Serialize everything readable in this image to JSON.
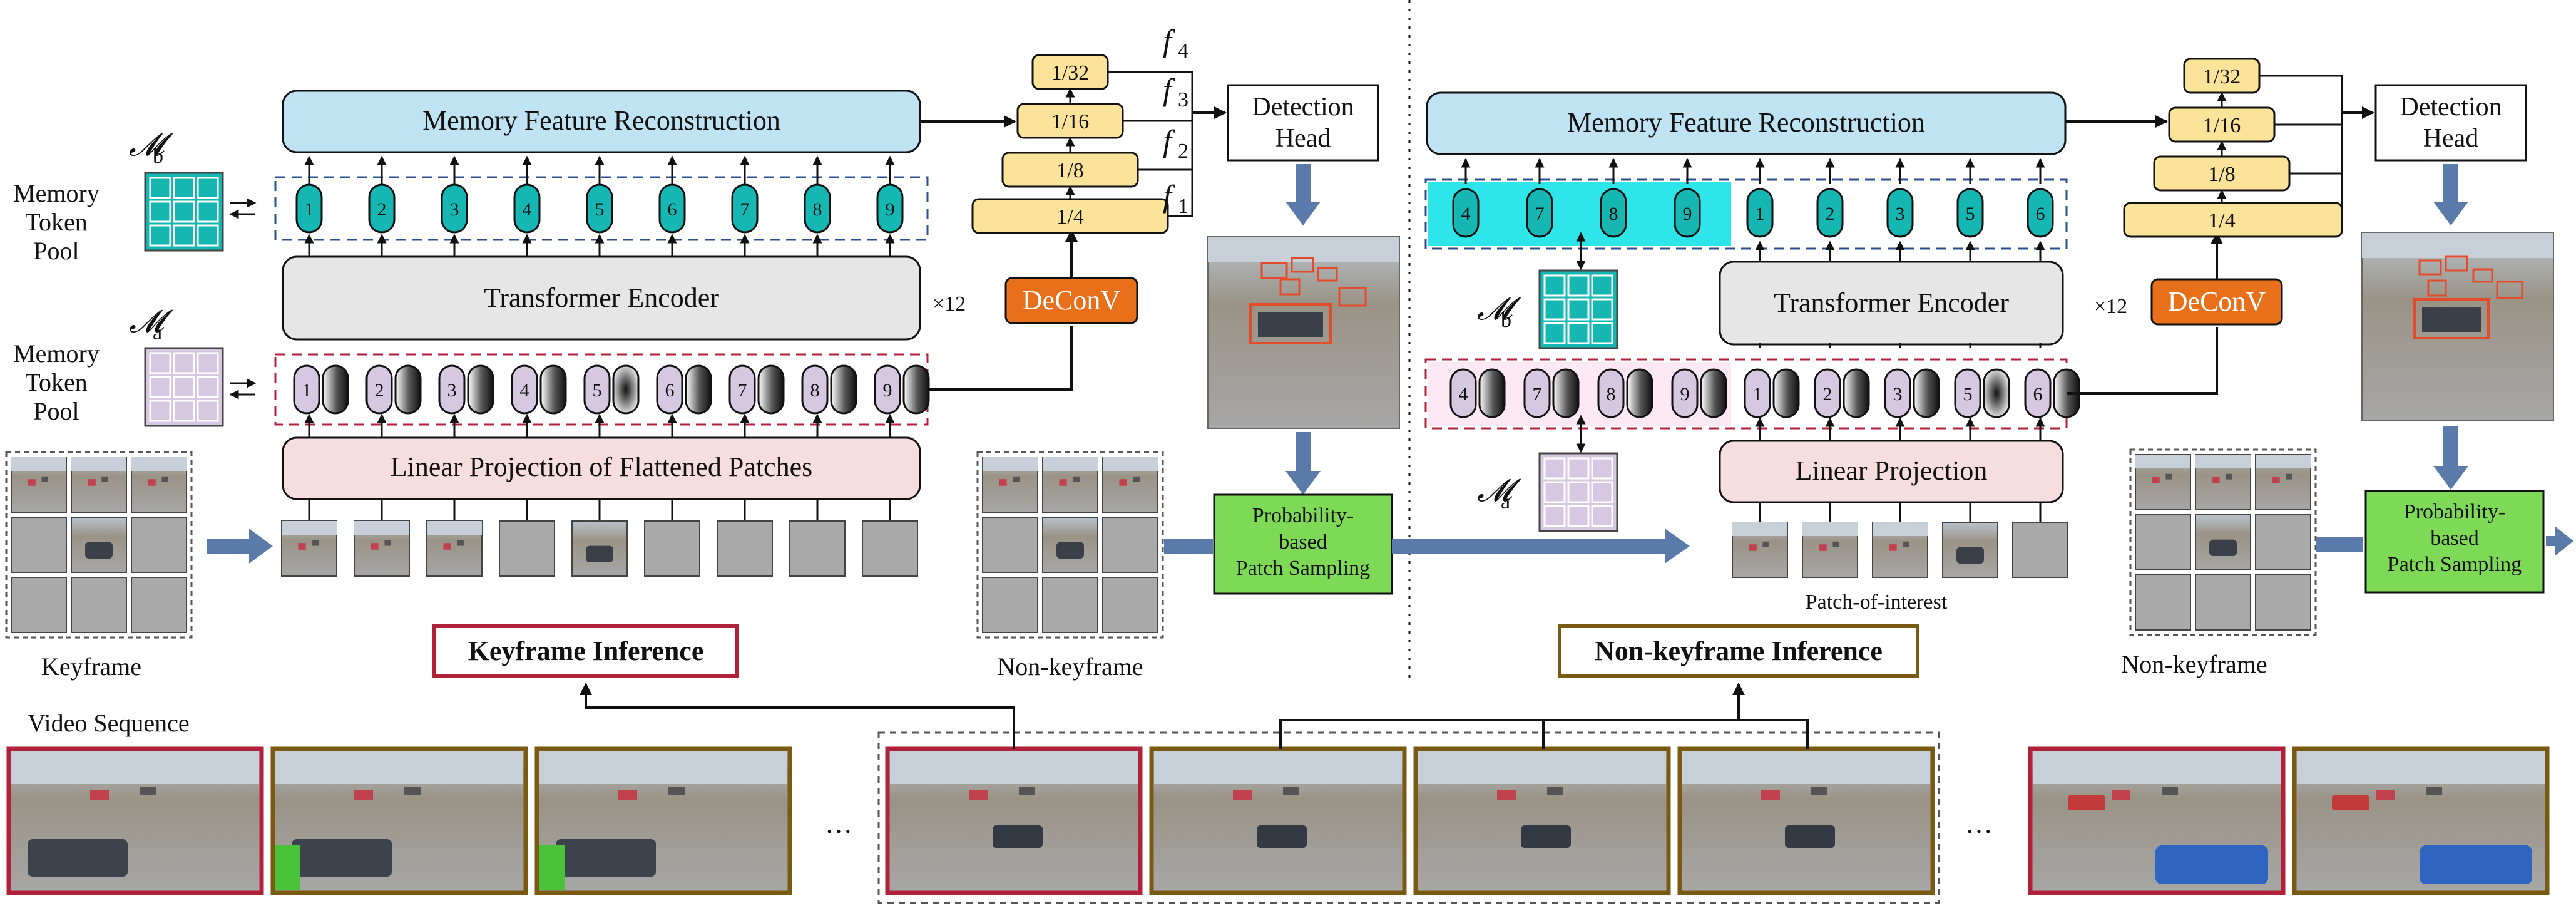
{
  "diagram": {
    "memory_feature_reconstruction": "Memory Feature Reconstruction",
    "transformer_encoder": "Transformer Encoder",
    "linear_projection_flattened": "Linear Projection of Flattened Patches",
    "linear_projection": "Linear Projection",
    "deconv": "DeConV",
    "times12": "×12",
    "scales": [
      "1/32",
      "1/16",
      "1/8",
      "1/4"
    ],
    "features": [
      "f",
      "4",
      "3",
      "2",
      "1"
    ],
    "detection_head_line1": "Detection",
    "detection_head_line2": "Head",
    "memory_token_pool": [
      "Memory",
      "Token",
      "Pool"
    ],
    "mb": "𝓜",
    "mb_sub": "b",
    "ma_sub": "a",
    "keyframe_tokens": [
      "1",
      "2",
      "3",
      "4",
      "5",
      "6",
      "7",
      "8",
      "9"
    ],
    "nonkey_top_tokens": [
      "4",
      "7",
      "8",
      "9",
      "1",
      "2",
      "3",
      "5",
      "6"
    ],
    "nonkey_bottom_tokens": [
      "4",
      "7",
      "8",
      "9",
      "1",
      "2",
      "3",
      "5",
      "6"
    ],
    "sampling": [
      "Probability-",
      "based",
      "Patch Sampling"
    ],
    "keyframe_label": "Keyframe",
    "nonkeyframe_label": "Non-keyframe",
    "patch_of_interest": "Patch-of-interest",
    "keyframe_inference": "Keyframe Inference",
    "nonkeyframe_inference": "Non-keyframe Inference",
    "video_sequence": "Video Sequence",
    "ellipsis": "…"
  },
  "colors": {
    "reconstruction_fill": "#bfe3f3",
    "encoder_fill": "#e6e6e6",
    "projection_fill": "#f7dede",
    "token_teal": "#16b6b2",
    "token_lilac": "#d7c8e2",
    "deconv": "#e8701a",
    "scale_box": "#fbe39a",
    "sampling": "#7ed957",
    "arrow_blue": "#5a7aaa",
    "keyframe_border": "#b0223a",
    "nonkey_border": "#7a5a12"
  }
}
